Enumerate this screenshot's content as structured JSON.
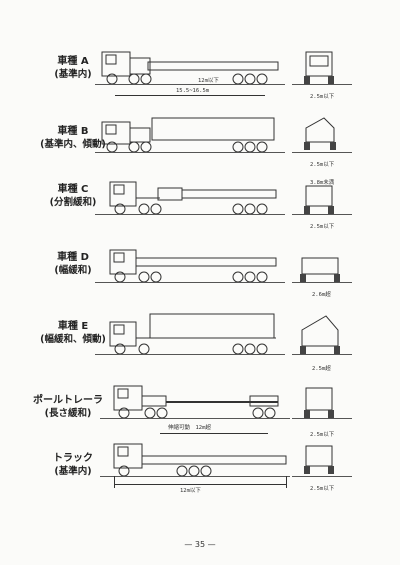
{
  "rows": [
    {
      "title": "車種 A",
      "sub": "(基準内)",
      "dim_top": "12m以下",
      "dim_bottom": "15.5~16.5m",
      "width_note": "2.5m以下"
    },
    {
      "title": "車種 B",
      "sub": "(基準内、傾動)",
      "width_note": "2.5m以下"
    },
    {
      "title": "車種 C",
      "sub": "(分割緩和)",
      "height_note": "3.8m未満",
      "width_note": "2.5m以下"
    },
    {
      "title": "車種 D",
      "sub": "(幅緩和)",
      "width_note": "2.6m超"
    },
    {
      "title": "車種 E",
      "sub": "(幅緩和、傾動)",
      "width_note": "2.5m超"
    },
    {
      "title": "ポールトレーラ",
      "sub": "(長さ緩和)",
      "dim_mid": "伸縮可動　12m超",
      "width_note": "2.5m以下"
    },
    {
      "title": "トラック",
      "sub": "(基準内)",
      "dim_bottom": "12m以下",
      "width_note": "2.5m以下"
    }
  ],
  "page_number": "— 35 —"
}
